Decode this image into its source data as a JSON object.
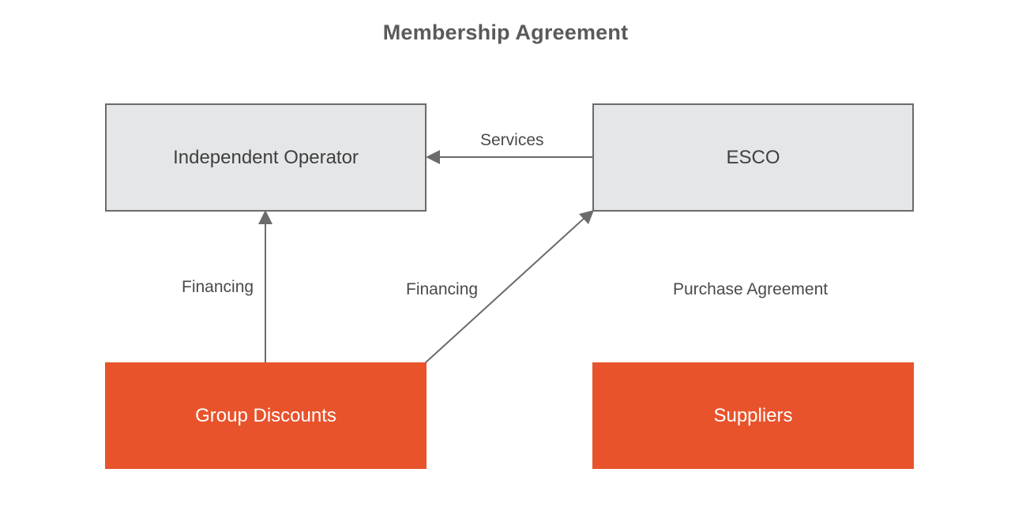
{
  "diagram": {
    "title": "Membership Agreement",
    "nodes": {
      "independent_operator": "Independent Operator",
      "esco": "ESCO",
      "group_discounts": "Group Discounts",
      "suppliers": "Suppliers"
    },
    "edges": {
      "services": "Services",
      "financing_operator": "Financing",
      "financing_esco": "Financing",
      "purchase_agreement": "Purchase Agreement"
    }
  },
  "colors": {
    "grey_box_fill": "#e5e6e8",
    "grey_box_border": "#6b6b6b",
    "orange_box_fill": "#e8532c",
    "arrow": "#6b6b6b"
  }
}
